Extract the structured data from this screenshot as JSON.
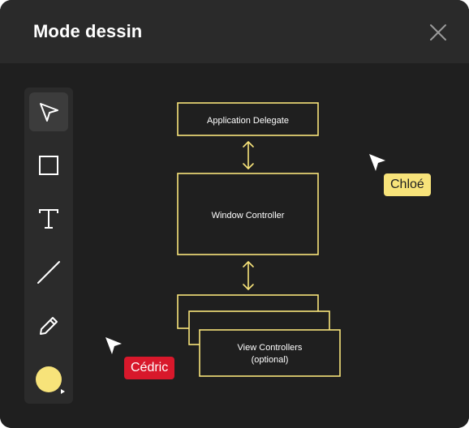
{
  "window": {
    "title": "Mode dessin"
  },
  "toolbar": {
    "tools": [
      {
        "name": "select",
        "icon": "pointer-icon",
        "active": true
      },
      {
        "name": "rectangle",
        "icon": "square-icon",
        "active": false
      },
      {
        "name": "text",
        "icon": "text-icon",
        "active": false
      },
      {
        "name": "line",
        "icon": "line-icon",
        "active": false
      },
      {
        "name": "pen",
        "icon": "pencil-icon",
        "active": false
      }
    ],
    "color": "#f7e37a"
  },
  "diagram": {
    "stroke_color": "#f7e37a",
    "nodes": {
      "app_delegate": "Application Delegate",
      "window_controller": "Window Controller",
      "view_controllers_line1": "View Controllers",
      "view_controllers_line2": "(optional)"
    }
  },
  "collaborators": [
    {
      "name": "Chloé",
      "color": "#f7e37a"
    },
    {
      "name": "Cédric",
      "color": "#d8182b"
    }
  ],
  "icons": {
    "close": "close-icon"
  }
}
